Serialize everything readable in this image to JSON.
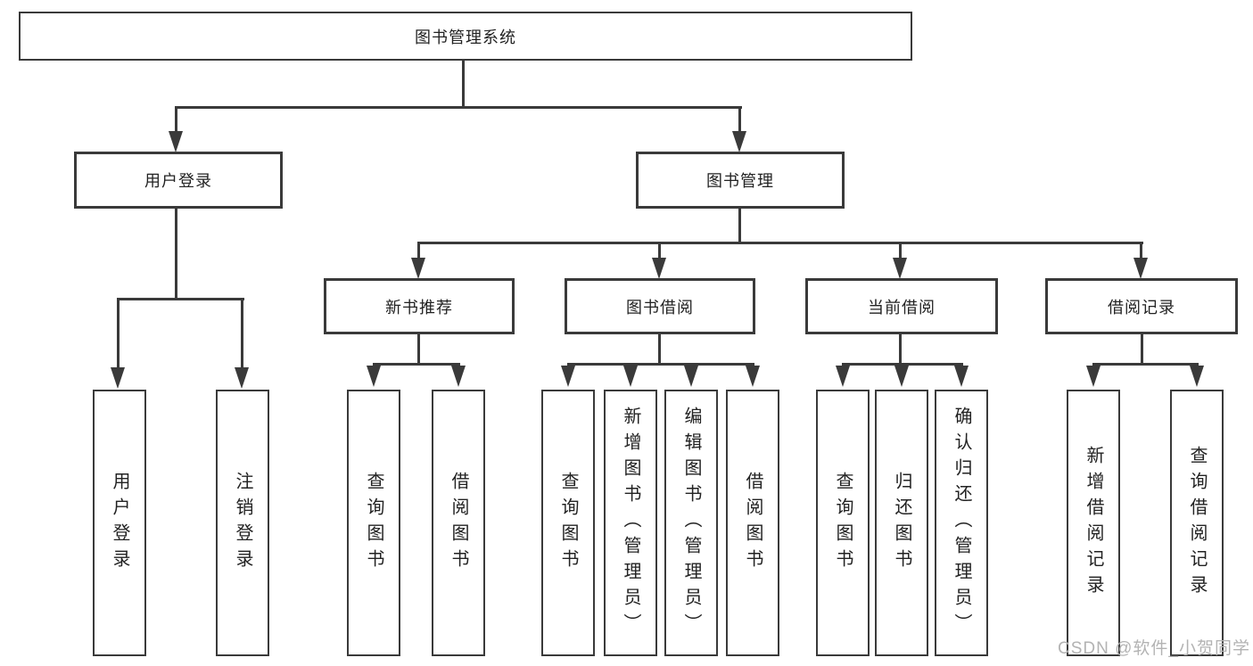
{
  "colors": {
    "background": "#ffffff",
    "line": "#3a3a3a",
    "box_border": "#3a3a3a",
    "text": "#222222",
    "watermark": "#b3b3b3"
  },
  "tree": {
    "root": "图书管理系统",
    "user_login": {
      "label": "用户登录",
      "children": [
        "用户登录",
        "注销登录"
      ]
    },
    "book_mgmt": {
      "label": "图书管理",
      "sections": [
        {
          "label": "新书推荐",
          "children": [
            "查询图书",
            "借阅图书"
          ]
        },
        {
          "label": "图书借阅",
          "children": [
            "查询图书",
            "新增图书（管理员）",
            "编辑图书（管理员）",
            "借阅图书"
          ]
        },
        {
          "label": "当前借阅",
          "children": [
            "查询图书",
            "归还图书",
            "确认归还（管理员）"
          ]
        },
        {
          "label": "借阅记录",
          "children": [
            "新增借阅记录",
            "查询借阅记录"
          ]
        }
      ]
    }
  },
  "watermark": "CSDN @软件_小贺同学"
}
